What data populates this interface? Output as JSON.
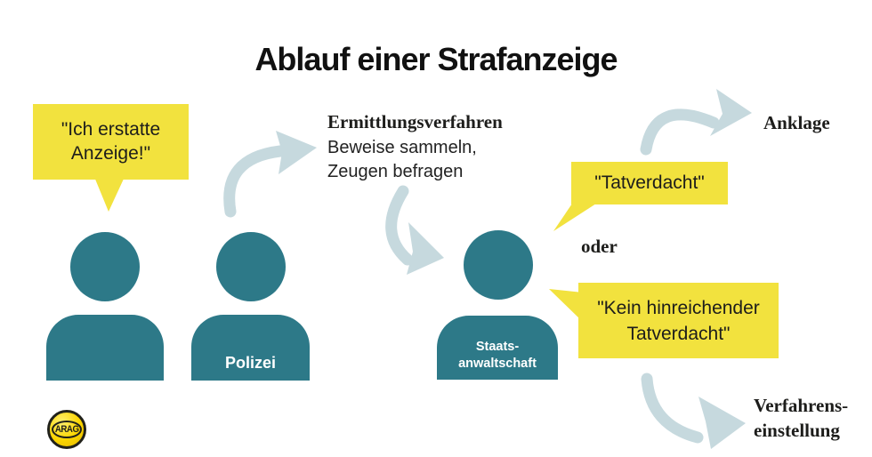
{
  "title": "Ablauf einer Strafanzeige",
  "colors": {
    "teal": "#2d7988",
    "yellow": "#f2e23e",
    "arrow": "#c6d9de",
    "ink": "#1d1d1b",
    "logo_yellow": "#fbd500",
    "logo_ink": "#21211a"
  },
  "speech": {
    "report_line1": "\"Ich erstatte",
    "report_line2": "Anzeige!\"",
    "suspicion": "\"Tatverdacht\"",
    "no_suspicion_line1": "\"Kein hinreichender",
    "no_suspicion_line2": "Tatverdacht\""
  },
  "actors": {
    "police_label": "Polizei",
    "prosecutor_line1": "Staats-",
    "prosecutor_line2": "anwaltschaft"
  },
  "flow": {
    "investigation_title": "Ermittlungsverfahren",
    "investigation_desc1": "Beweise sammeln,",
    "investigation_desc2": "Zeugen befragen",
    "or_label": "oder",
    "charge_label": "Anklage",
    "dismissal_line1": "Verfahrens-",
    "dismissal_line2": "einstellung"
  },
  "logo": {
    "brand": "ARAG"
  }
}
